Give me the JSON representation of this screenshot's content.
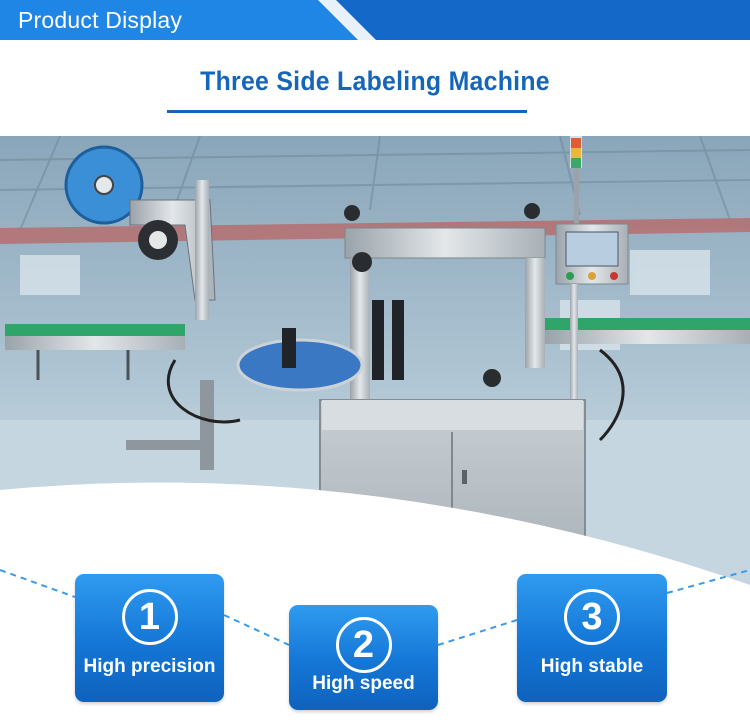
{
  "header": {
    "title": "Product Display"
  },
  "section": {
    "title": "Three Side Labeling Machine"
  },
  "features": [
    {
      "number": "1",
      "label": "High precision"
    },
    {
      "number": "2",
      "label": "High speed"
    },
    {
      "number": "3",
      "label": "High stable"
    }
  ],
  "colors": {
    "brand_blue": "#1565b8",
    "badge_blue": "#1476d6",
    "header_blue": "#1a7fe0",
    "dashed_line": "#3c9be8"
  }
}
